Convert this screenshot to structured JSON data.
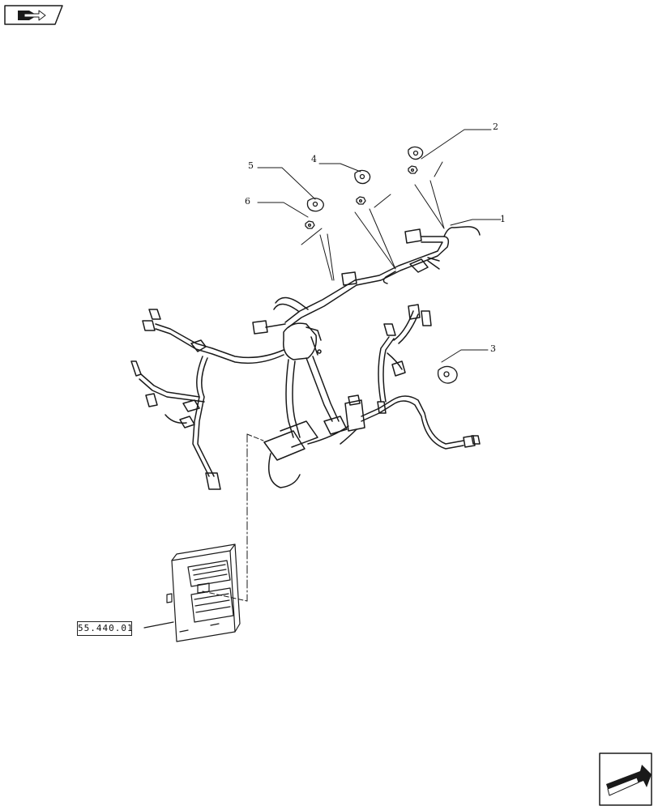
{
  "callouts": {
    "c1": "1",
    "c2": "2",
    "c3": "3",
    "c4": "4",
    "c5": "5",
    "c6": "6"
  },
  "reference": "55.440.01",
  "icons": {
    "top_left": "book-arrow-icon",
    "bottom_right": "next-page-arrow-icon"
  },
  "colors": {
    "line": "#1a1a1a",
    "background": "#ffffff"
  }
}
